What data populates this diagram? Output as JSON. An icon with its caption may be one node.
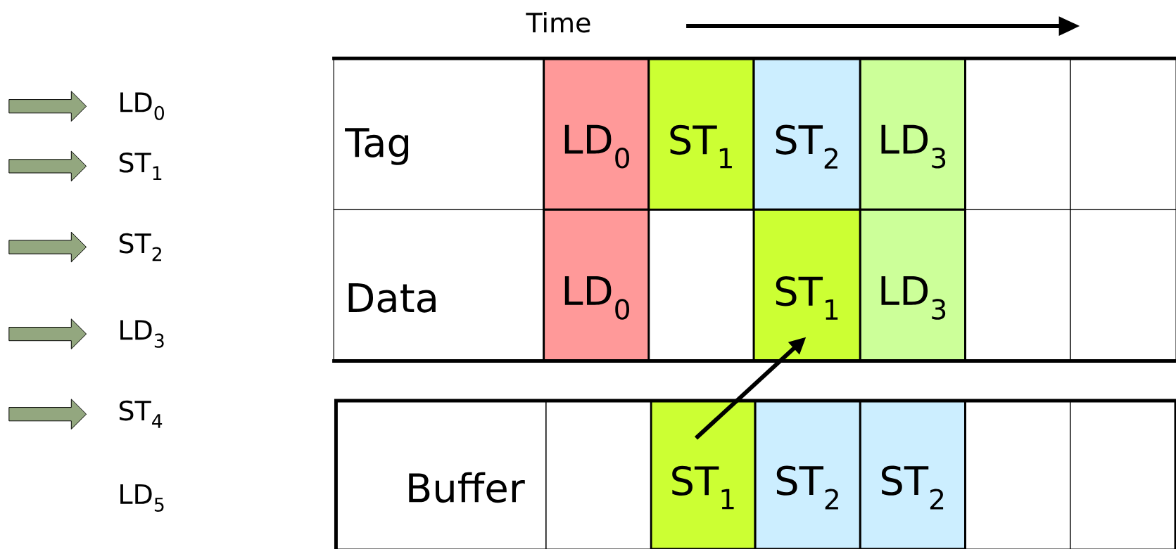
{
  "diagram": {
    "nodes": [
      {
        "text": [
          "LD$_{0}$"
        ]
      },
      {
        "text": [
          "ST$_{1}$"
        ]
      },
      {
        "text": [
          "ST$_{2}$"
        ]
      },
      {
        "text": [
          "LD$_{3}$"
        ]
      },
      {
        "text": [
          "ST$_{4}$"
        ]
      },
      {
        "text": [
          "LD$_{5}$"
        ]
      },
      {
        "text": [
          "Tag"
        ]
      },
      {
        "text": [
          "LD$_{0}$"
        ]
      },
      {
        "text": [
          "ST$_{1}$"
        ]
      },
      {
        "text": [
          "ST$_{2}$"
        ]
      },
      {
        "text": [
          "LD$_{3}$"
        ]
      },
      {
        "text": [],
        "shape": "box"
      },
      {
        "text": [],
        "shape": "box"
      },
      {
        "text": [
          "Data"
        ]
      },
      {
        "text": [
          "LD$_{0}$"
        ]
      },
      {
        "text": [],
        "shape": "box"
      },
      {
        "text": [
          "ST$_{1}$"
        ]
      },
      {
        "text": [
          "LD$_{3}$"
        ]
      },
      {
        "text": [],
        "shape": "box"
      },
      {
        "text": [],
        "shape": "box"
      },
      {
        "text": [
          "Buffer"
        ]
      },
      {
        "text": [],
        "shape": "box"
      },
      {
        "text": [
          "ST$_{1}$"
        ]
      },
      {
        "text": [
          "ST$_{2}$"
        ]
      },
      {
        "text": [
          "ST$_{2}$"
        ]
      },
      {
        "text": [],
        "shape": "box"
      },
      {
        "text": [],
        "shape": "box"
      }
    ],
    "edges": [
      {
        "from": null,
        "to": 0,
        "arrow": "to"
      },
      {
        "from": null,
        "to": 1,
        "arrow": "to"
      },
      {
        "from": null,
        "to": 2,
        "arrow": "to"
      },
      {
        "from": null,
        "to": 3,
        "arrow": "to"
      },
      {
        "from": null,
        "to": 4,
        "arrow": "to"
      },
      {
        "from": 22,
        "to": 16,
        "arrow": "to"
      }
    ],
    "labels": [
      "Time"
    ]
  }
}
